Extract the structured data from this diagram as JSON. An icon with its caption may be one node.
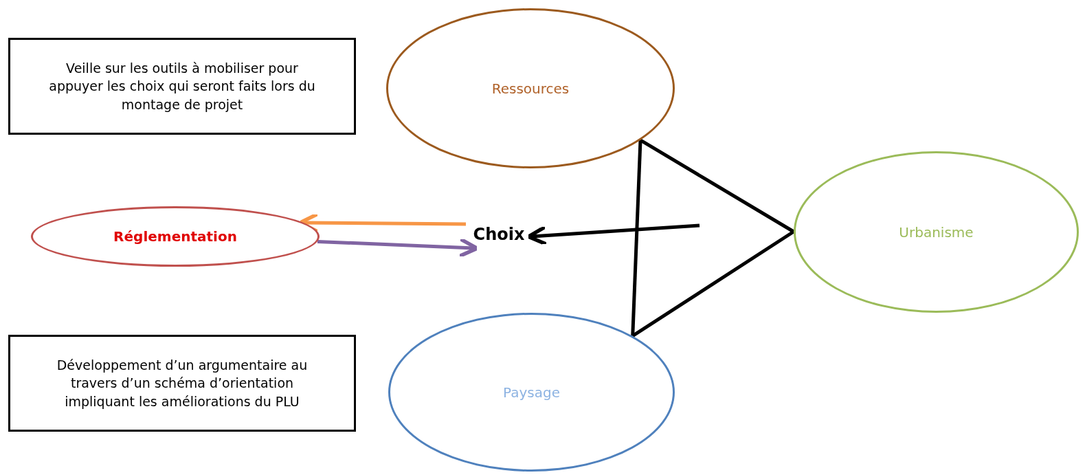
{
  "diagram": {
    "nodes": [
      {
        "text": [
          "Veille sur les outils à mobiliser pour appuyer les choix qui seront faits lors du montage de projet"
        ]
      },
      {
        "text": [
          "Ressources"
        ]
      },
      {
        "text": [
          "Réglementation"
        ]
      },
      {
        "text": [
          "Choix"
        ]
      },
      {
        "text": [
          "Urbanisme"
        ]
      },
      {
        "text": [
          "Développement d’un argumentaire au travers d’un schéma d’orientation impliquant les améliorations du PLU"
        ]
      },
      {
        "text": [
          "Paysage"
        ]
      }
    ],
    "edges": [
      {
        "from": 1,
        "to": 4,
        "arrow": "none"
      },
      {
        "from": 4,
        "to": 6,
        "arrow": "none"
      },
      {
        "from": 6,
        "to": 1,
        "arrow": "none"
      },
      {
        "from": null,
        "to": 3,
        "arrow": "to"
      },
      {
        "from": 3,
        "to": 2,
        "arrow": "to",
        "color": "#f79646"
      },
      {
        "from": 2,
        "to": 3,
        "arrow": "to",
        "color": "#8064a2"
      }
    ]
  }
}
